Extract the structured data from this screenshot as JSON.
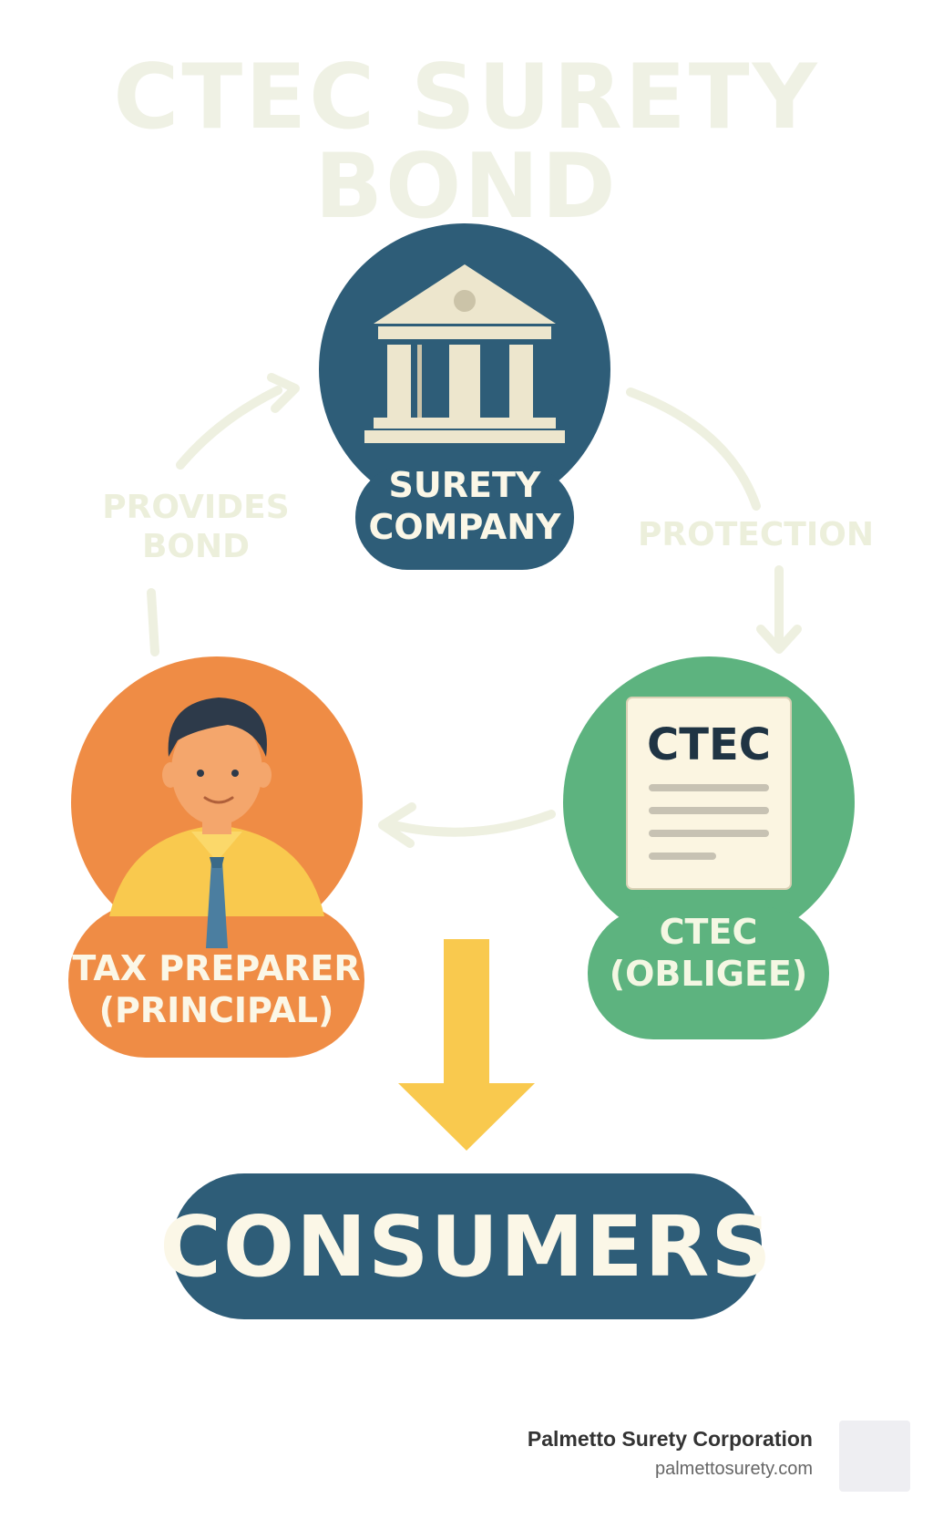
{
  "title": "CTEC SURETY BOND",
  "nodes": {
    "surety": {
      "line1": "SURETY",
      "line2": "COMPANY"
    },
    "preparer": {
      "line1": "TAX PREPARER",
      "line2": "(PRINCIPAL)"
    },
    "ctec": {
      "doc_title": "CTEC",
      "line1": "CTEC",
      "line2": "(OBLIGEE)"
    },
    "consumers": "CONSUMERS"
  },
  "edges": {
    "provides_line1": "PROVIDES",
    "provides_line2": "BOND",
    "protection": "PROTECTION"
  },
  "brand": {
    "name": "Palmetto Surety Corporation",
    "url": "palmettosurety.com"
  },
  "colors": {
    "navy": "#2e5d78",
    "orange": "#ef8c45",
    "green": "#5db37f",
    "yellow": "#f9c94e",
    "cream": "#ede6cd",
    "faint": "#eef0e0"
  }
}
